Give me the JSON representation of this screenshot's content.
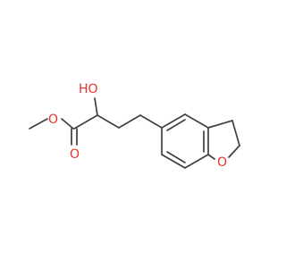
{
  "diagram": {
    "type": "skeletal-structure",
    "atoms": {
      "hydroxyl_label": "HO",
      "ester_single_o_label": "O",
      "carbonyl_o_label": "O",
      "ring_o_label": "O"
    },
    "colors": {
      "bond": "#404040",
      "oxygen": "#e8302a",
      "background": "#ffffff"
    }
  }
}
